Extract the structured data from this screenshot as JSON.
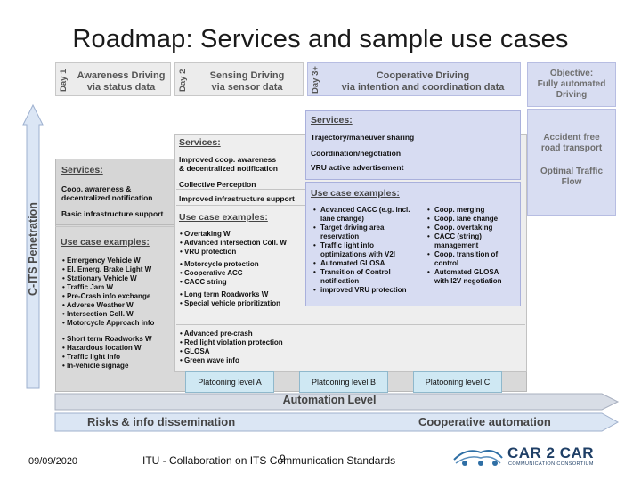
{
  "title": "Roadmap: Services and sample use cases",
  "axis_y": "C-ITS Penetration",
  "phases": [
    {
      "day": "Day 1",
      "name": "Awareness Driving",
      "sub": "via status data"
    },
    {
      "day": "Day 2",
      "name": "Sensing Driving",
      "sub": "via sensor data"
    },
    {
      "day": "Day 3+",
      "name": "Cooperative Driving",
      "sub": "via intention and coordination data"
    }
  ],
  "objective": {
    "head": "Objective:",
    "line1": "Fully automated",
    "line2": "Driving",
    "g1a": "Accident free",
    "g1b": "road transport",
    "g2a": "Optimal Traffic",
    "g2b": "Flow"
  },
  "day1": {
    "services_header": "Services:",
    "services": [
      "Coop. awareness &",
      "decentralized notification",
      "Basic infrastructure support"
    ],
    "usecases_header": "Use case examples:",
    "usecases": [
      "Emergency Vehicle W",
      "El. Emerg. Brake Light W",
      "Stationary Vehicle W",
      "Traffic Jam W",
      "Pre-Crash info exchange",
      "Adverse Weather W",
      "Intersection Coll. W",
      "Motorcycle Approach info"
    ],
    "usecases2": [
      "Short term Roadworks W",
      "Hazardous location W",
      "Traffic light info",
      "In-vehicle signage"
    ]
  },
  "day2": {
    "services_header": "Services:",
    "services": [
      "Improved coop. awareness",
      "& decentralized notification",
      "Collective Perception",
      "Improved infrastructure support"
    ],
    "usecases_header": "Use case examples:",
    "usecases": [
      "Overtaking W",
      "Advanced intersection Coll. W",
      "VRU protection"
    ],
    "usecases2": [
      "Motorcycle protection",
      "Cooperative ACC",
      "CACC string"
    ],
    "usecases3": [
      "Long term Roadworks W",
      "Special vehicle prioritization"
    ],
    "usecases4": [
      "Advanced pre-crash",
      "Red light violation protection",
      "GLOSA",
      "Green wave info"
    ]
  },
  "day3": {
    "services_header": "Services:",
    "services": [
      "Trajectory/maneuver sharing",
      "Coordination/negotiation",
      "VRU active advertisement"
    ],
    "usecases_header": "Use case examples:",
    "col1": [
      "Advanced CACC (e.g. incl.",
      "lane change)",
      "Target driving area",
      "reservation",
      "Traffic light info",
      "optimizations with V2I",
      "Automated GLOSA",
      "Transition of Control",
      "notification",
      "improved VRU protection"
    ],
    "col1_bullets": [
      true,
      false,
      true,
      false,
      true,
      false,
      true,
      true,
      false,
      true
    ],
    "col2": [
      "Coop. merging",
      "Coop. lane change",
      "Coop. overtaking",
      "CACC (string)",
      "management",
      "Coop. transition of",
      "control",
      "Automated GLOSA",
      "with I2V negotiation"
    ],
    "col2_bullets": [
      true,
      true,
      true,
      true,
      false,
      true,
      false,
      true,
      false
    ]
  },
  "platooning": [
    "Platooning level A",
    "Platooning level B",
    "Platooning level C"
  ],
  "automation_level": "Automation Level",
  "risks": "Risks & info dissemination",
  "coop_automation": "Cooperative automation",
  "footer": {
    "date": "09/09/2020",
    "text": "ITU - Collaboration on ITS Communication Standards",
    "page": "9",
    "logo_main": "CAR 2 CAR",
    "logo_sub": "COMMUNICATION CONSORTIUM"
  }
}
